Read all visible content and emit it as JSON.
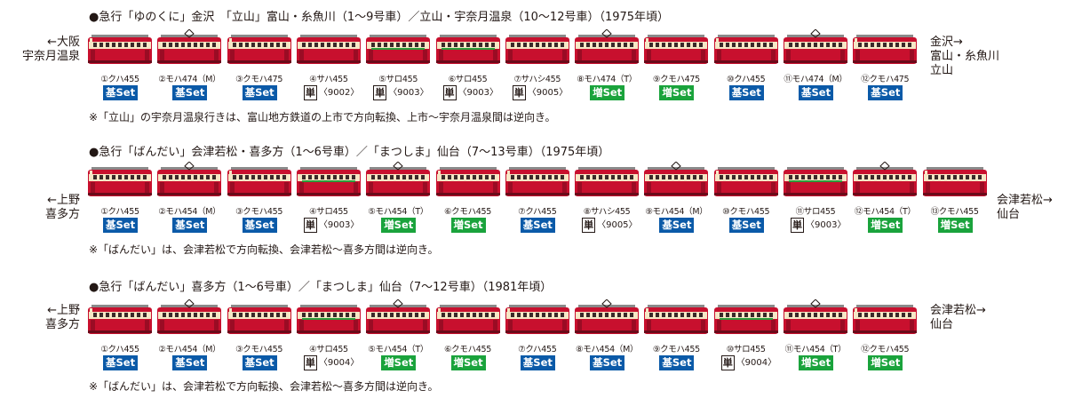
{
  "colors": {
    "body": "#c8102e",
    "cream": "#f6e7c6",
    "kihon": "#0b5aa8",
    "zou": "#1aa33c"
  },
  "sections": [
    {
      "title": "●急行「ゆのくに」金沢　「立山」富山・糸魚川（1〜9号車）／立山・宇奈月温泉（10〜12号車）（1975年頃）",
      "left_dir": "←大阪\n宇奈月温泉",
      "right_dir": "金沢→\n富山・糸魚川\n立山",
      "note": "※「立山」の宇奈月温泉行きは、富山地方鉄道の上市で方向転換、上市〜宇奈月温泉間は逆向き。",
      "cars": [
        {
          "label": "①クハ455",
          "set": "基Set",
          "type": "kihon",
          "icon": "cab-car-icon"
        },
        {
          "label": "②モハ474（M）",
          "set": "基Set",
          "type": "kihon",
          "icon": "pantograph-car-icon"
        },
        {
          "label": "③クモハ475",
          "set": "基Set",
          "type": "kihon",
          "icon": "cab-car-icon"
        },
        {
          "label": "④サハ455",
          "set": "単",
          "num": "〈9002〉",
          "type": "single",
          "icon": "trailer-car-icon"
        },
        {
          "label": "⑤サロ455",
          "set": "単",
          "num": "〈9003〉",
          "type": "single",
          "icon": "green-car-icon"
        },
        {
          "label": "⑥サロ455",
          "set": "単",
          "num": "〈9003〉",
          "type": "single",
          "icon": "green-car-icon"
        },
        {
          "label": "⑦サハシ455",
          "set": "単",
          "num": "〈9005〉",
          "type": "single",
          "icon": "buffet-car-icon"
        },
        {
          "label": "⑧モハ474（T）",
          "set": "増Set",
          "type": "zou",
          "icon": "pantograph-car-icon"
        },
        {
          "label": "⑨クモハ475",
          "set": "増Set",
          "type": "zou",
          "icon": "cab-car-icon"
        },
        {
          "label": "⑩クハ455",
          "set": "基Set",
          "type": "kihon",
          "icon": "cab-car-icon"
        },
        {
          "label": "⑪モハ474（M）",
          "set": "基Set",
          "type": "kihon",
          "icon": "pantograph-car-icon"
        },
        {
          "label": "⑫クモハ475",
          "set": "基Set",
          "type": "kihon",
          "icon": "cab-car-icon"
        }
      ]
    },
    {
      "title": "●急行「ばんだい」会津若松・喜多方（1〜6号車）／「まつしま」仙台（7〜13号車）（1975年頃）",
      "left_dir": "←上野\n喜多方",
      "right_dir": "会津若松→\n仙台",
      "note": "※「ばんだい」は、会津若松で方向転換、会津若松〜喜多方間は逆向き。",
      "cars": [
        {
          "label": "①クハ455",
          "set": "基Set",
          "type": "kihon",
          "icon": "cab-car-icon"
        },
        {
          "label": "②モハ454（M）",
          "set": "基Set",
          "type": "kihon",
          "icon": "pantograph-car-icon"
        },
        {
          "label": "③クモハ455",
          "set": "基Set",
          "type": "kihon",
          "icon": "cab-car-icon"
        },
        {
          "label": "④サロ455",
          "set": "単",
          "num": "〈9003〉",
          "type": "single",
          "icon": "green-car-icon"
        },
        {
          "label": "⑤モハ454（T）",
          "set": "増Set",
          "type": "zou",
          "icon": "pantograph-car-icon"
        },
        {
          "label": "⑥クモハ455",
          "set": "増Set",
          "type": "zou",
          "icon": "cab-car-icon"
        },
        {
          "label": "⑦クハ455",
          "set": "基Set",
          "type": "kihon",
          "icon": "cab-car-icon"
        },
        {
          "label": "⑧サハシ455",
          "set": "単",
          "num": "〈9005〉",
          "type": "single",
          "icon": "buffet-car-icon"
        },
        {
          "label": "⑨モハ454（M）",
          "set": "基Set",
          "type": "kihon",
          "icon": "pantograph-car-icon"
        },
        {
          "label": "⑩クモハ455",
          "set": "基Set",
          "type": "kihon",
          "icon": "cab-car-icon"
        },
        {
          "label": "⑪サロ455",
          "set": "単",
          "num": "〈9003〉",
          "type": "single",
          "icon": "green-car-icon"
        },
        {
          "label": "⑫モハ454（T）",
          "set": "増Set",
          "type": "zou",
          "icon": "pantograph-car-icon"
        },
        {
          "label": "⑬クモハ455",
          "set": "増Set",
          "type": "zou",
          "icon": "cab-car-icon"
        }
      ]
    },
    {
      "title": "●急行「ばんだい」喜多方（1〜6号車）／「まつしま」仙台（7〜12号車）（1981年頃）",
      "left_dir": "←上野\n喜多方",
      "right_dir": "会津若松→\n仙台",
      "note": "※「ばんだい」は、会津若松で方向転換、会津若松〜喜多方間は逆向き。",
      "cars": [
        {
          "label": "①クハ455",
          "set": "基Set",
          "type": "kihon",
          "icon": "cab-car-icon"
        },
        {
          "label": "②モハ454（M）",
          "set": "基Set",
          "type": "kihon",
          "icon": "pantograph-car-icon"
        },
        {
          "label": "③クモハ455",
          "set": "基Set",
          "type": "kihon",
          "icon": "cab-car-icon"
        },
        {
          "label": "④サロ455",
          "set": "単",
          "num": "〈9004〉",
          "type": "single",
          "icon": "green-car-icon"
        },
        {
          "label": "⑤モハ454（T）",
          "set": "増Set",
          "type": "zou",
          "icon": "pantograph-car-icon"
        },
        {
          "label": "⑥クモハ455",
          "set": "増Set",
          "type": "zou",
          "icon": "cab-car-icon"
        },
        {
          "label": "⑦クハ455",
          "set": "基Set",
          "type": "kihon",
          "icon": "cab-car-icon"
        },
        {
          "label": "⑧モハ454（M）",
          "set": "基Set",
          "type": "kihon",
          "icon": "pantograph-car-icon"
        },
        {
          "label": "⑨クモハ455",
          "set": "基Set",
          "type": "kihon",
          "icon": "cab-car-icon"
        },
        {
          "label": "⑩サロ455",
          "set": "単",
          "num": "〈9004〉",
          "type": "single",
          "icon": "green-car-icon"
        },
        {
          "label": "⑪モハ454（T）",
          "set": "増Set",
          "type": "zou",
          "icon": "pantograph-car-icon"
        },
        {
          "label": "⑫クモハ455",
          "set": "増Set",
          "type": "zou",
          "icon": "cab-car-icon"
        }
      ]
    }
  ]
}
